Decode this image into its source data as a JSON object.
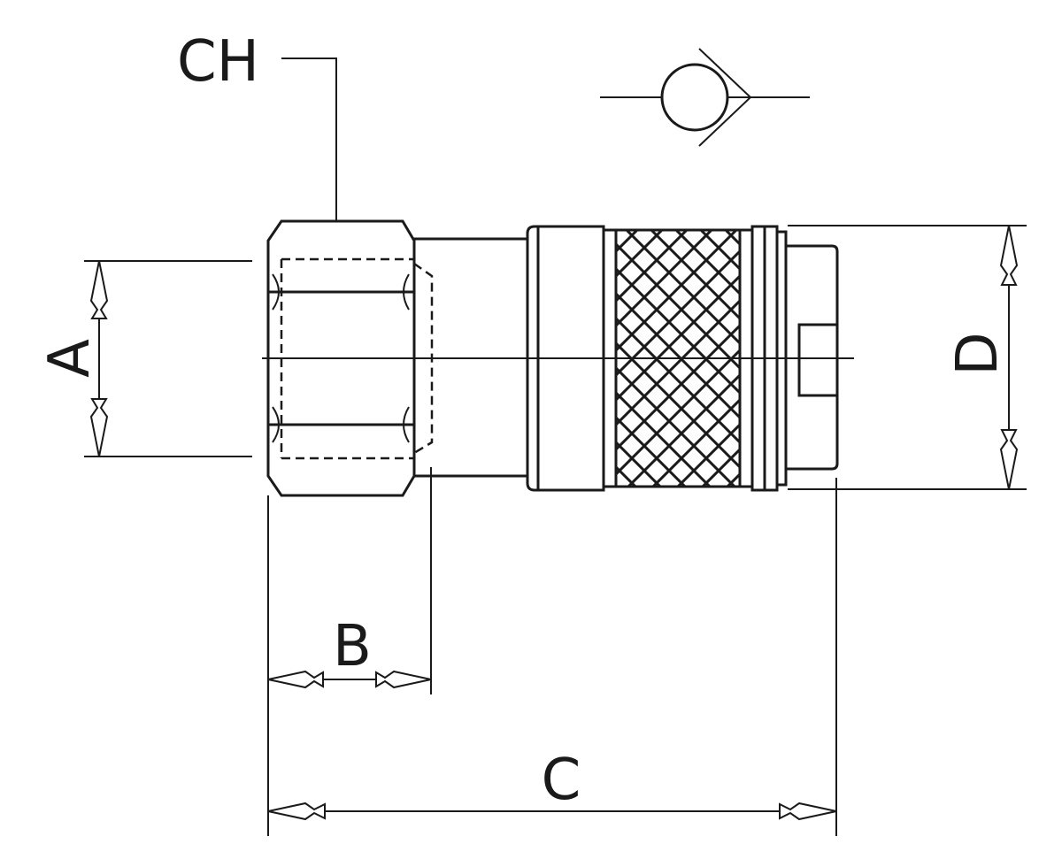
{
  "diagram": {
    "labels": {
      "ch": "CH",
      "a": "A",
      "b": "B",
      "c": "C",
      "d": "D"
    },
    "symbol": "check-valve-symbol"
  },
  "colors": {
    "ink": "#1a1a1a",
    "background": "#ffffff"
  }
}
